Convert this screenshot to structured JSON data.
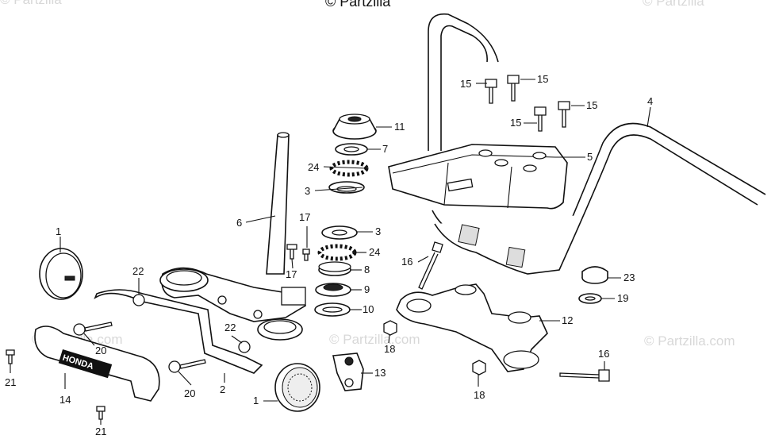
{
  "watermarks": {
    "top_left": "© Partzilla",
    "top_center": "© Partzilla",
    "top_right": "© Partzilla",
    "mid_left": "© Partzilla.com",
    "mid_center": "© Partzilla.com",
    "mid_right": "© Partzilla.com"
  },
  "callouts": {
    "c1_top": "1",
    "c1_bottom": "1",
    "c2": "2",
    "c3_a": "3",
    "c3_b": "3",
    "c4": "4",
    "c5": "5",
    "c6": "6",
    "c7": "7",
    "c8": "8",
    "c9": "9",
    "c10": "10",
    "c11": "11",
    "c12": "12",
    "c13": "13",
    "c14": "14",
    "c15_a": "15",
    "c15_b": "15",
    "c15_c": "15",
    "c15_d": "15",
    "c16_a": "16",
    "c16_b": "16",
    "c17_a": "17",
    "c17_b": "17",
    "c18_a": "18",
    "c18_b": "18",
    "c19": "19",
    "c20_a": "20",
    "c20_b": "20",
    "c21_a": "21",
    "c21_b": "21",
    "c22_a": "22",
    "c22_b": "22",
    "c23": "23",
    "c24_a": "24",
    "c24_b": "24"
  },
  "emblem_text": "HONDA",
  "colors": {
    "ink": "#111111",
    "watermark": "#d8d8d8",
    "background": "#ffffff"
  }
}
